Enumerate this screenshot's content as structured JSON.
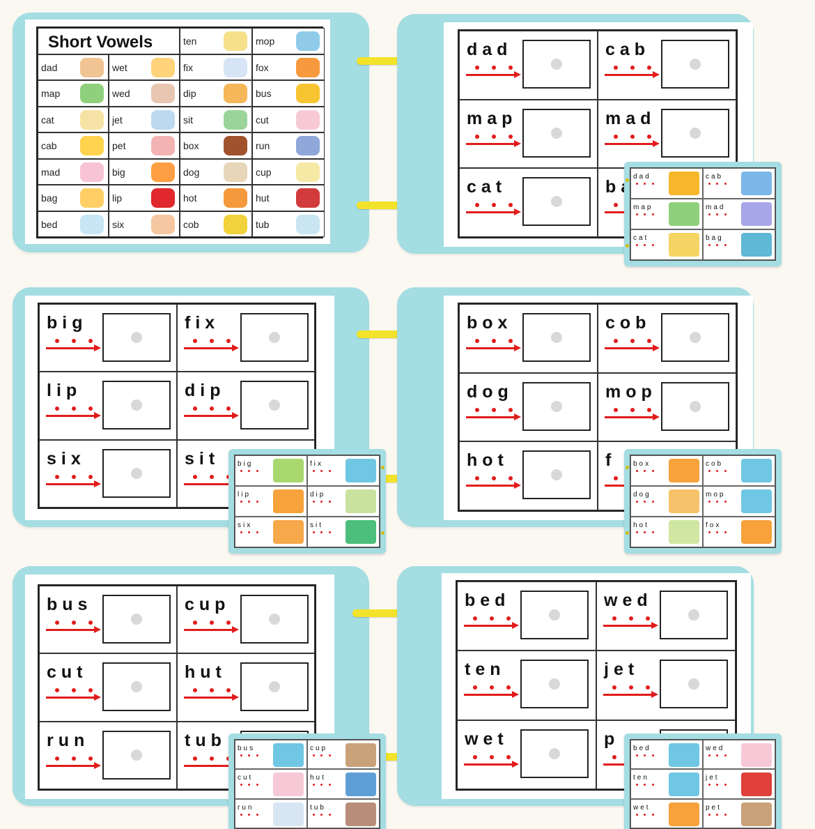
{
  "chart": {
    "title": "Short Vowels",
    "columns": [
      [
        "dad",
        "map",
        "cat",
        "cab",
        "mad",
        "bag",
        "bed"
      ],
      [
        "wet",
        "wed",
        "jet",
        "pet",
        "big",
        "lip",
        "six"
      ],
      [
        "ten",
        "fix",
        "dip",
        "sit",
        "box",
        "dog",
        "hot",
        "cob"
      ],
      [
        "mop",
        "fox",
        "bus",
        "cut",
        "run",
        "cup",
        "hut",
        "tub"
      ]
    ]
  },
  "pages": [
    {
      "words": [
        "dad",
        "cab",
        "map",
        "mad",
        "cat",
        "ba"
      ]
    },
    {
      "words": [
        "big",
        "fix",
        "lip",
        "dip",
        "six",
        "sit"
      ]
    },
    {
      "words": [
        "box",
        "cob",
        "dog",
        "mop",
        "hot",
        "f"
      ]
    },
    {
      "words": [
        "bus",
        "cup",
        "cut",
        "hut",
        "run",
        "tub"
      ]
    },
    {
      "words": [
        "bed",
        "wed",
        "ten",
        "jet",
        "wet",
        "p"
      ]
    }
  ],
  "cards": [
    {
      "words": [
        "dad",
        "cab",
        "map",
        "mad",
        "cat",
        "bag"
      ]
    },
    {
      "words": [
        "big",
        "fix",
        "lip",
        "dip",
        "six",
        "sit"
      ]
    },
    {
      "words": [
        "box",
        "cob",
        "dog",
        "mop",
        "hot",
        "fox"
      ]
    },
    {
      "words": [
        "bus",
        "cup",
        "cut",
        "hut",
        "run",
        "tub"
      ]
    },
    {
      "words": [
        "bed",
        "wed",
        "ten",
        "jet",
        "wet",
        "pet"
      ]
    }
  ],
  "colors": {
    "board": "#a4dde2",
    "ring": "#f3e32a",
    "accent": "#e21b1b"
  }
}
